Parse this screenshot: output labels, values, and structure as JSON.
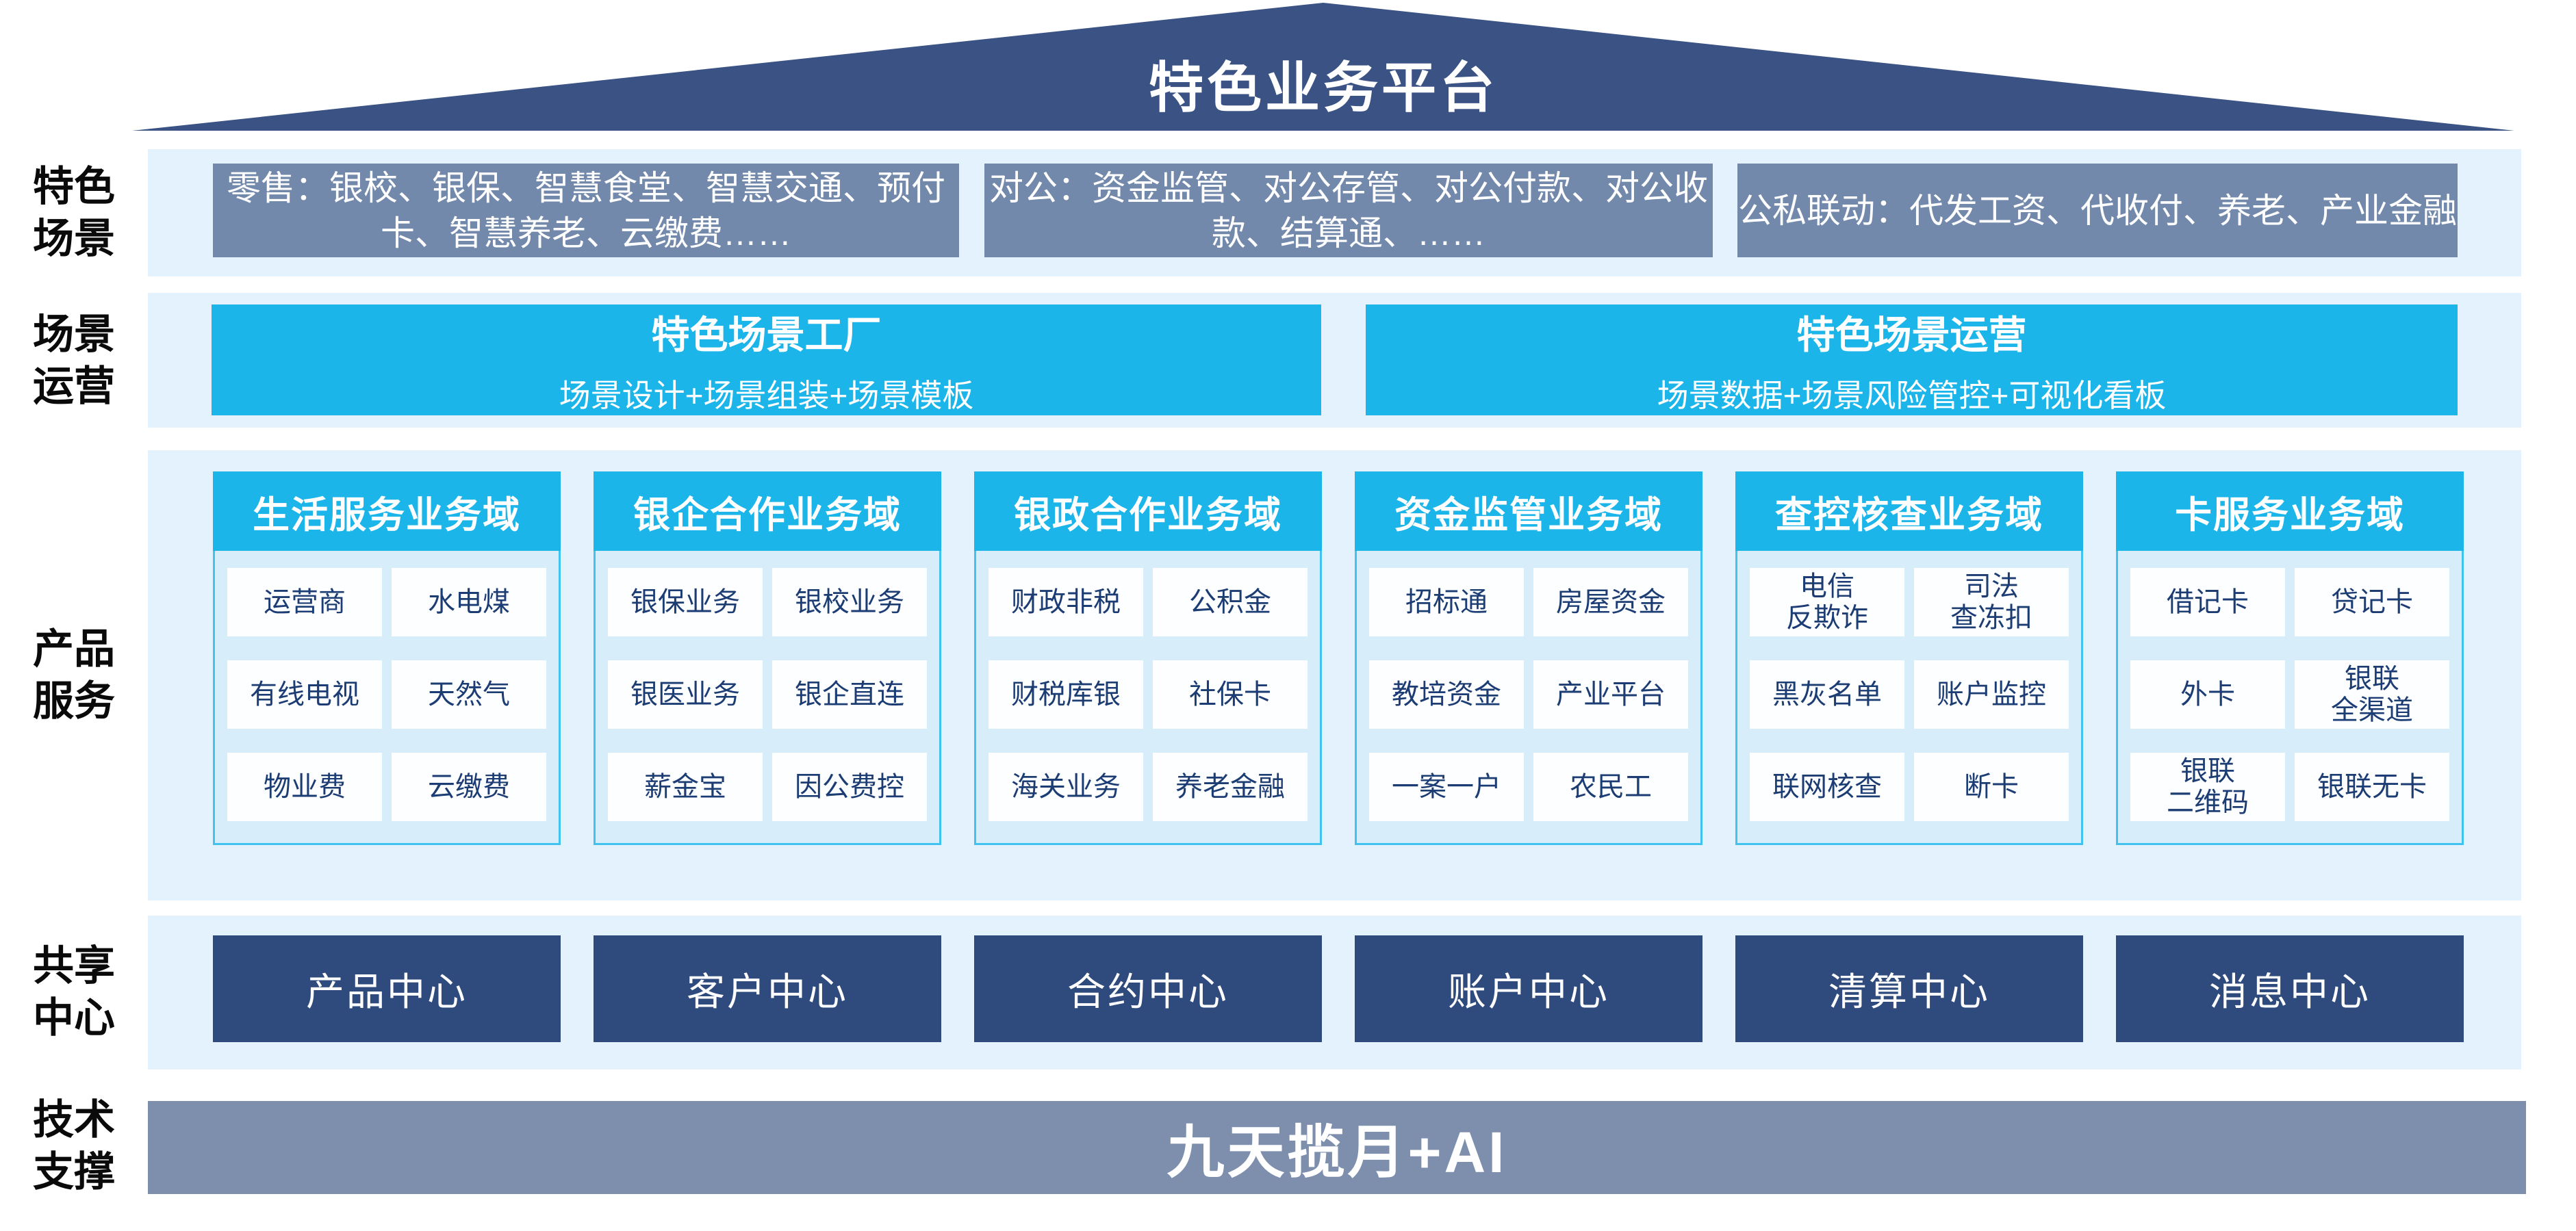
{
  "colors": {
    "roof_navy": "#3A5284",
    "scene_slate": "#7289AB",
    "band_light_blue": "#E3F2FC",
    "accent_cyan": "#1CB5E9",
    "domain_body_blue": "#D8EDFA",
    "domain_border_cyan": "#41C3EF",
    "cell_text_navy": "#1C3C74",
    "center_navy": "#2F4A7D",
    "tech_gray_blue": "#7E8FAE"
  },
  "roof": {
    "title": "特色业务平台"
  },
  "side_labels": [
    "特色\n场景",
    "场景\n运营",
    "产品\n服务",
    "共享\n中心",
    "技术\n支撑"
  ],
  "scenes": [
    "零售：银校、银保、智慧食堂、智慧交通、预付\n卡、智慧养老、云缴费……",
    "对公：资金监管、对公存管、对公付款、对公收\n款、结算通、……",
    "公私联动：代发工资、代收付、养老、产业金融"
  ],
  "operations": [
    {
      "title": "特色场景工厂",
      "subtitle": "场景设计+场景组装+场景模板"
    },
    {
      "title": "特色场景运营",
      "subtitle": "场景数据+场景风险管控+可视化看板"
    }
  ],
  "products": {
    "domains": [
      {
        "title": "生活服务业务域",
        "items": [
          "运营商",
          "水电煤",
          "有线电视",
          "天然气",
          "物业费",
          "云缴费"
        ]
      },
      {
        "title": "银企合作业务域",
        "items": [
          "银保业务",
          "银校业务",
          "银医业务",
          "银企直连",
          "薪金宝",
          "因公费控"
        ]
      },
      {
        "title": "银政合作业务域",
        "items": [
          "财政非税",
          "公积金",
          "财税库银",
          "社保卡",
          "海关业务",
          "养老金融"
        ]
      },
      {
        "title": "资金监管业务域",
        "items": [
          "招标通",
          "房屋资金",
          "教培资金",
          "产业平台",
          "一案一户",
          "农民工"
        ]
      },
      {
        "title": "查控核查业务域",
        "items": [
          "电信\n反欺诈",
          "司法\n查冻扣",
          "黑灰名单",
          "账户监控",
          "联网核查",
          "断卡"
        ]
      },
      {
        "title": "卡服务业务域",
        "items": [
          "借记卡",
          "贷记卡",
          "外卡",
          "银联\n全渠道",
          "银联\n二维码",
          "银联无卡"
        ]
      }
    ]
  },
  "centers": [
    "产品中心",
    "客户中心",
    "合约中心",
    "账户中心",
    "清算中心",
    "消息中心"
  ],
  "tech": {
    "label": "九天揽月+AI"
  }
}
